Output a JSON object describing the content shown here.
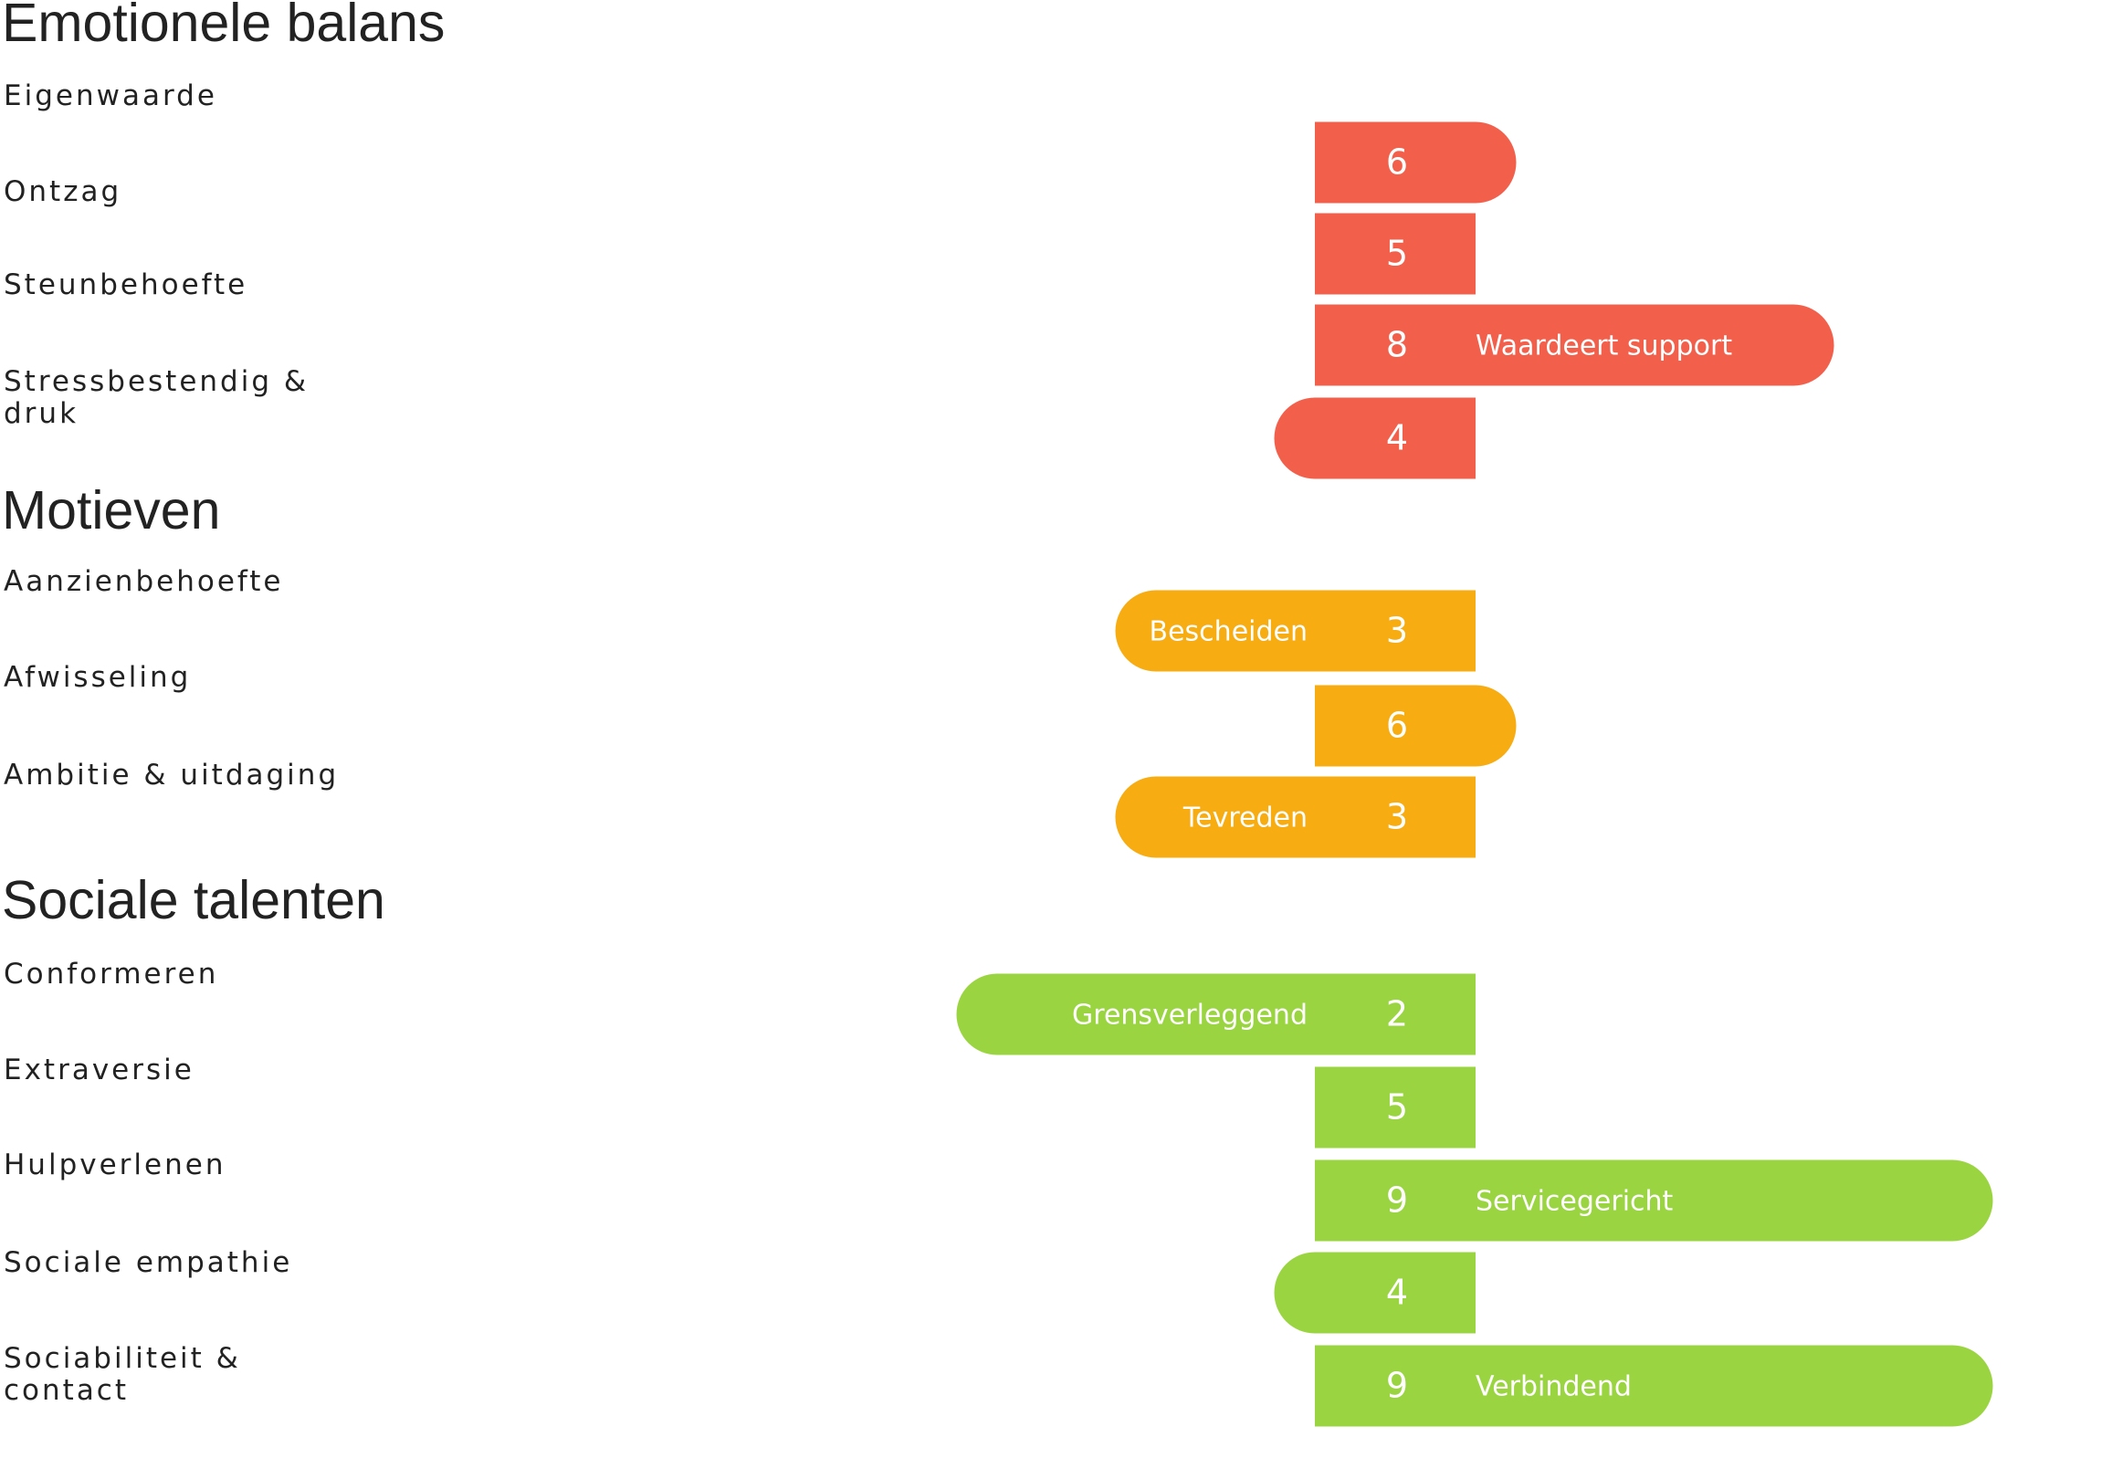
{
  "chart_data": {
    "type": "bar",
    "orientation": "horizontal",
    "diverging_center": 5,
    "xlim": [
      1,
      10
    ],
    "grid": false,
    "legend": "none",
    "sections": [
      {
        "title": "Emotionele balans",
        "color": "#F2604C",
        "rows": [
          {
            "label": "Eigenwaarde",
            "value": 6,
            "annotation": ""
          },
          {
            "label": "Ontzag",
            "value": 5,
            "annotation": ""
          },
          {
            "label": "Steunbehoefte",
            "value": 8,
            "annotation": "Waardeert support"
          },
          {
            "label": "Stressbestendig & druk",
            "value": 4,
            "annotation": ""
          }
        ]
      },
      {
        "title": "Motieven",
        "color": "#F7AC12",
        "rows": [
          {
            "label": "Aanzienbehoefte",
            "value": 3,
            "annotation": "Bescheiden"
          },
          {
            "label": "Afwisseling",
            "value": 6,
            "annotation": ""
          },
          {
            "label": "Ambitie & uitdaging",
            "value": 3,
            "annotation": "Tevreden"
          }
        ]
      },
      {
        "title": "Sociale talenten",
        "color": "#9AD541",
        "rows": [
          {
            "label": "Conformeren",
            "value": 2,
            "annotation": "Grensverleggend"
          },
          {
            "label": "Extraversie",
            "value": 5,
            "annotation": ""
          },
          {
            "label": "Hulpverlenen",
            "value": 9,
            "annotation": "Servicegericht"
          },
          {
            "label": "Sociale empathie",
            "value": 4,
            "annotation": ""
          },
          {
            "label": "Sociabiliteit & contact",
            "value": 9,
            "annotation": "Verbindend"
          }
        ]
      }
    ]
  }
}
